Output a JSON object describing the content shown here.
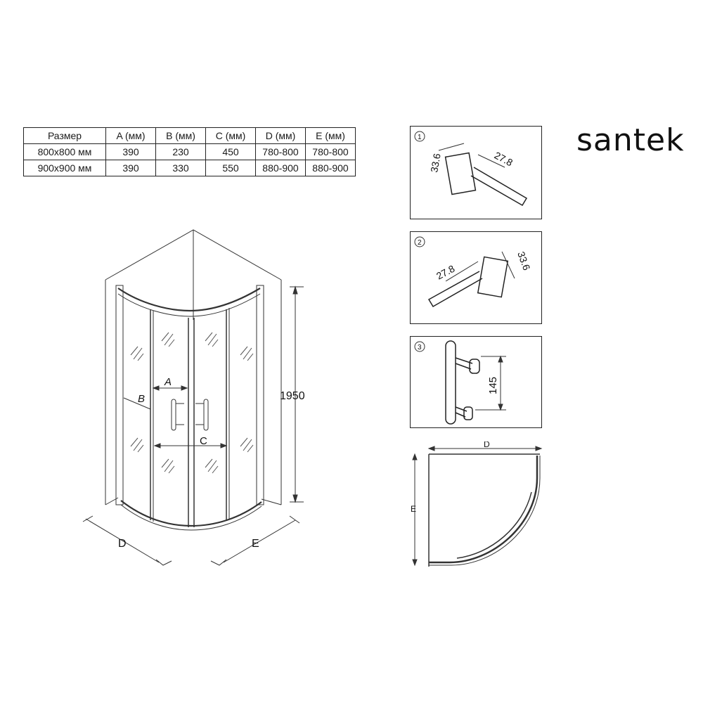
{
  "brand": "santek",
  "table": {
    "headers": [
      "Размер",
      "A (мм)",
      "B (мм)",
      "C (мм)",
      "D (мм)",
      "E (мм)"
    ],
    "rows": [
      [
        "800х800 мм",
        "390",
        "230",
        "450",
        "780-800",
        "780-800"
      ],
      [
        "900х900 мм",
        "390",
        "330",
        "550",
        "880-900",
        "880-900"
      ]
    ]
  },
  "main_drawing": {
    "label_a": "A",
    "label_b": "B",
    "label_c": "C",
    "label_d": "D",
    "label_e": "E",
    "height": "1950"
  },
  "details": [
    {
      "number": "1",
      "dim_1": "33.6",
      "dim_2": "27.8"
    },
    {
      "number": "2",
      "dim_1": "27.8",
      "dim_2": "33.6"
    },
    {
      "number": "3",
      "dim_1": "145"
    }
  ],
  "plan": {
    "label_d": "D",
    "label_e": "E"
  }
}
